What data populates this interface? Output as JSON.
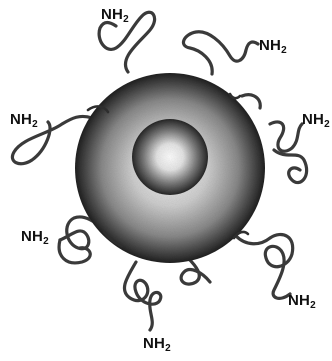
{
  "diagram": {
    "group_labels": [
      {
        "base": "NH",
        "sub": "2"
      },
      {
        "base": "NH",
        "sub": "2"
      },
      {
        "base": "NH",
        "sub": "2"
      },
      {
        "base": "NH",
        "sub": "2"
      },
      {
        "base": "NH",
        "sub": "2"
      },
      {
        "base": "NH",
        "sub": "2"
      },
      {
        "base": "NH",
        "sub": "2"
      }
    ],
    "colors": {
      "ink": "#111111",
      "chain": "#3a3a3a",
      "sphere_light": "#f4f4f4",
      "sphere_mid": "#9a9a9a",
      "sphere_dark": "#1e1e1e",
      "core_light": "#ffffff",
      "core_dark": "#2a2a2a"
    }
  }
}
